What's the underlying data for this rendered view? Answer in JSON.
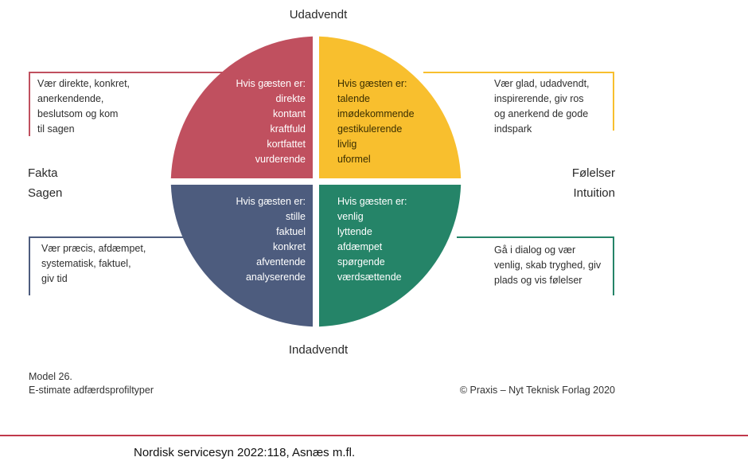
{
  "diagram": {
    "top_label": "Udadvendt",
    "bottom_label": "Indadvendt",
    "left_label": [
      "Fakta",
      "Sagen"
    ],
    "right_label": [
      "Følelser",
      "Intuition"
    ],
    "quadrants": {
      "top_left": {
        "color": "#c0505f",
        "lines": [
          "Hvis gæsten er:",
          "direkte",
          "kontant",
          "kraftfuld",
          "kortfattet",
          "vurderende"
        ]
      },
      "top_right": {
        "color": "#f8bf2e",
        "lines": [
          "Hvis gæsten er:",
          "talende",
          "imødekommende",
          "gestikulerende",
          "livlig",
          "uformel"
        ]
      },
      "bottom_left": {
        "color": "#4d5c7e",
        "lines": [
          "Hvis gæsten er:",
          "stille",
          "faktuel",
          "konkret",
          "afventende",
          "analyserende"
        ]
      },
      "bottom_right": {
        "color": "#258468",
        "lines": [
          "Hvis gæsten er:",
          "venlig",
          "lyttende",
          "afdæmpet",
          "spørgende",
          "værdsættende"
        ]
      }
    },
    "advice": {
      "top_left": [
        "Vær direkte, konkret,",
        "anerkendende,",
        "beslutsom og kom",
        "til sagen"
      ],
      "top_right": [
        "Vær glad, udadvendt,",
        "inspirerende, giv ros",
        "og anerkend de gode",
        "indspark"
      ],
      "bottom_left": [
        "Vær præcis, afdæmpet,",
        "systematisk, faktuel,",
        "giv tid"
      ],
      "bottom_right": [
        "Gå i dialog og vær",
        "venlig, skab tryghed, giv",
        "plads og vis følelser"
      ]
    },
    "caption": [
      "Model 26.",
      "E-stimate adfærdsprofiltyper"
    ],
    "copyright": "© Praxis – Nyt Teknisk Forlag 2020"
  },
  "footer": {
    "source": "Nordisk servicesyn 2022:118, Asnæs m.fl.",
    "rule_color": "#c0394b"
  }
}
